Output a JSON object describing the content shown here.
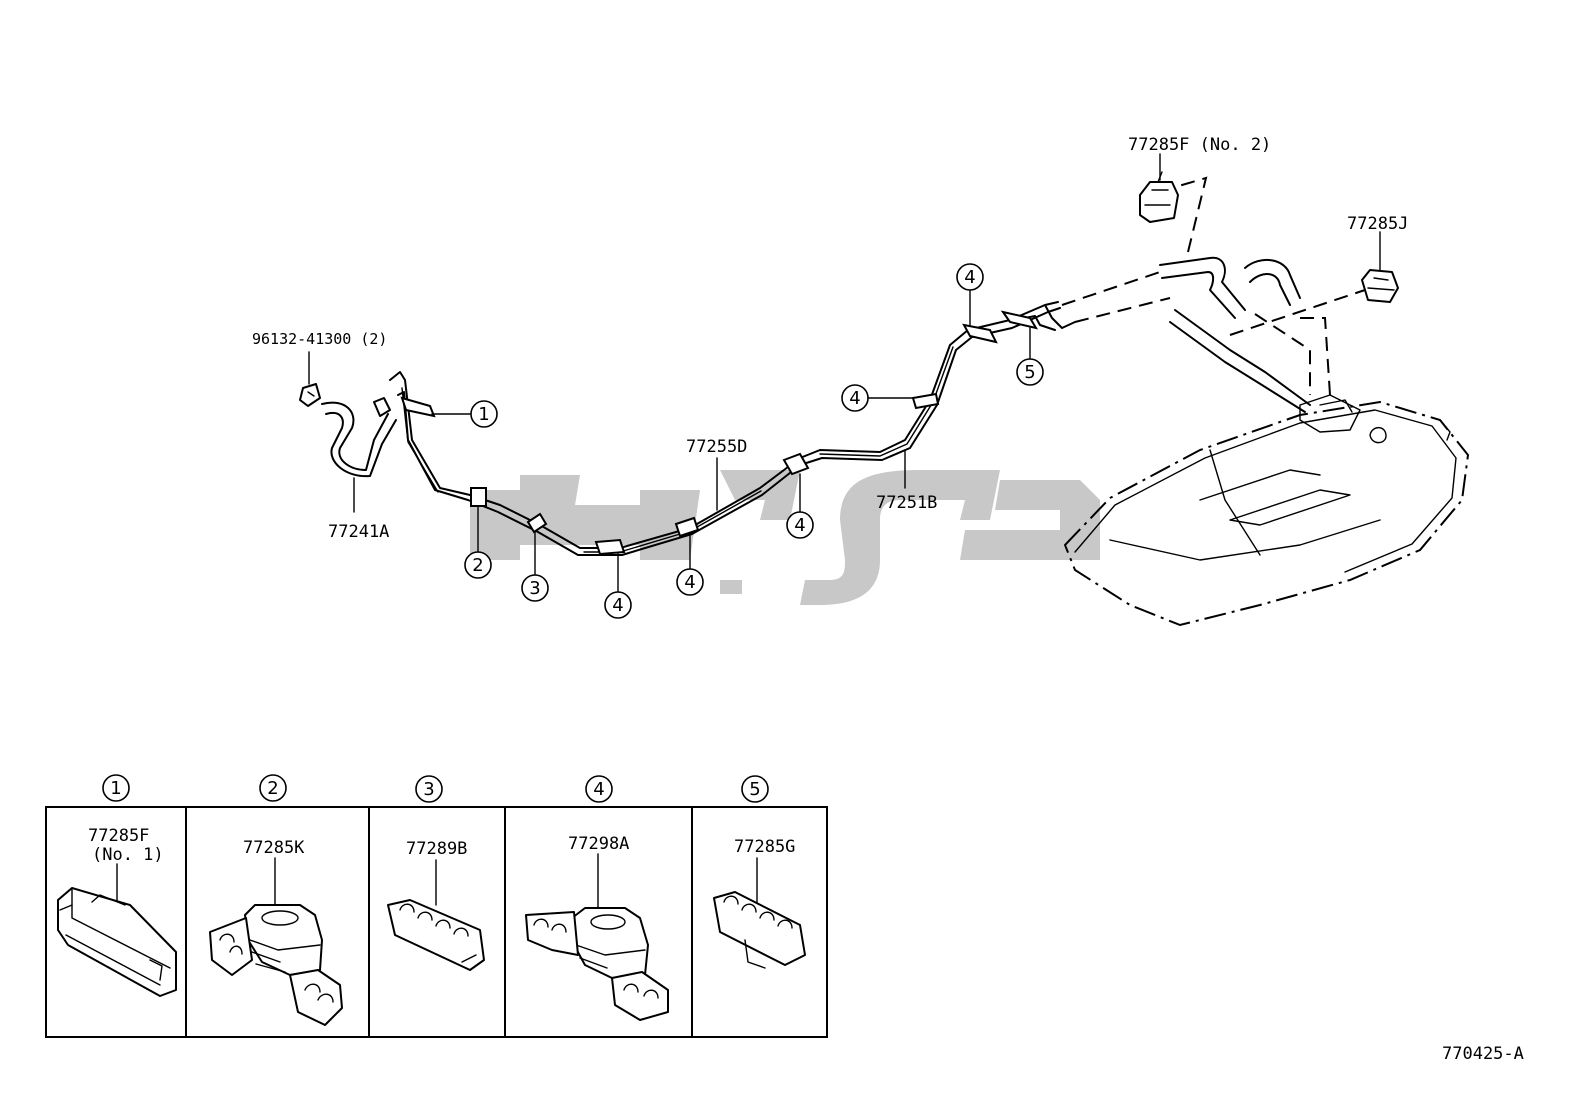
{
  "callouts": {
    "hose_clip": "96132-41300 (2)",
    "hose": "77241A",
    "tube_d": "77255D",
    "tube_b": "77251B",
    "clamp_no2": "77285F (No. 2)",
    "clamp_j": "77285J"
  },
  "clamp_refs": [
    "1",
    "2",
    "3",
    "4",
    "4",
    "4",
    "4",
    "4",
    "5"
  ],
  "legend": {
    "panels": [
      {
        "ref": "1",
        "part": "77285F",
        "note": "(No. 1)"
      },
      {
        "ref": "2",
        "part": "77285K",
        "note": ""
      },
      {
        "ref": "3",
        "part": "77289B",
        "note": ""
      },
      {
        "ref": "4",
        "part": "77298A",
        "note": ""
      },
      {
        "ref": "5",
        "part": "77285G",
        "note": ""
      }
    ]
  },
  "figure_id": "770425-A",
  "colors": {
    "ink": "#000000",
    "watermark": "#c8c8c8",
    "background": "#ffffff"
  }
}
